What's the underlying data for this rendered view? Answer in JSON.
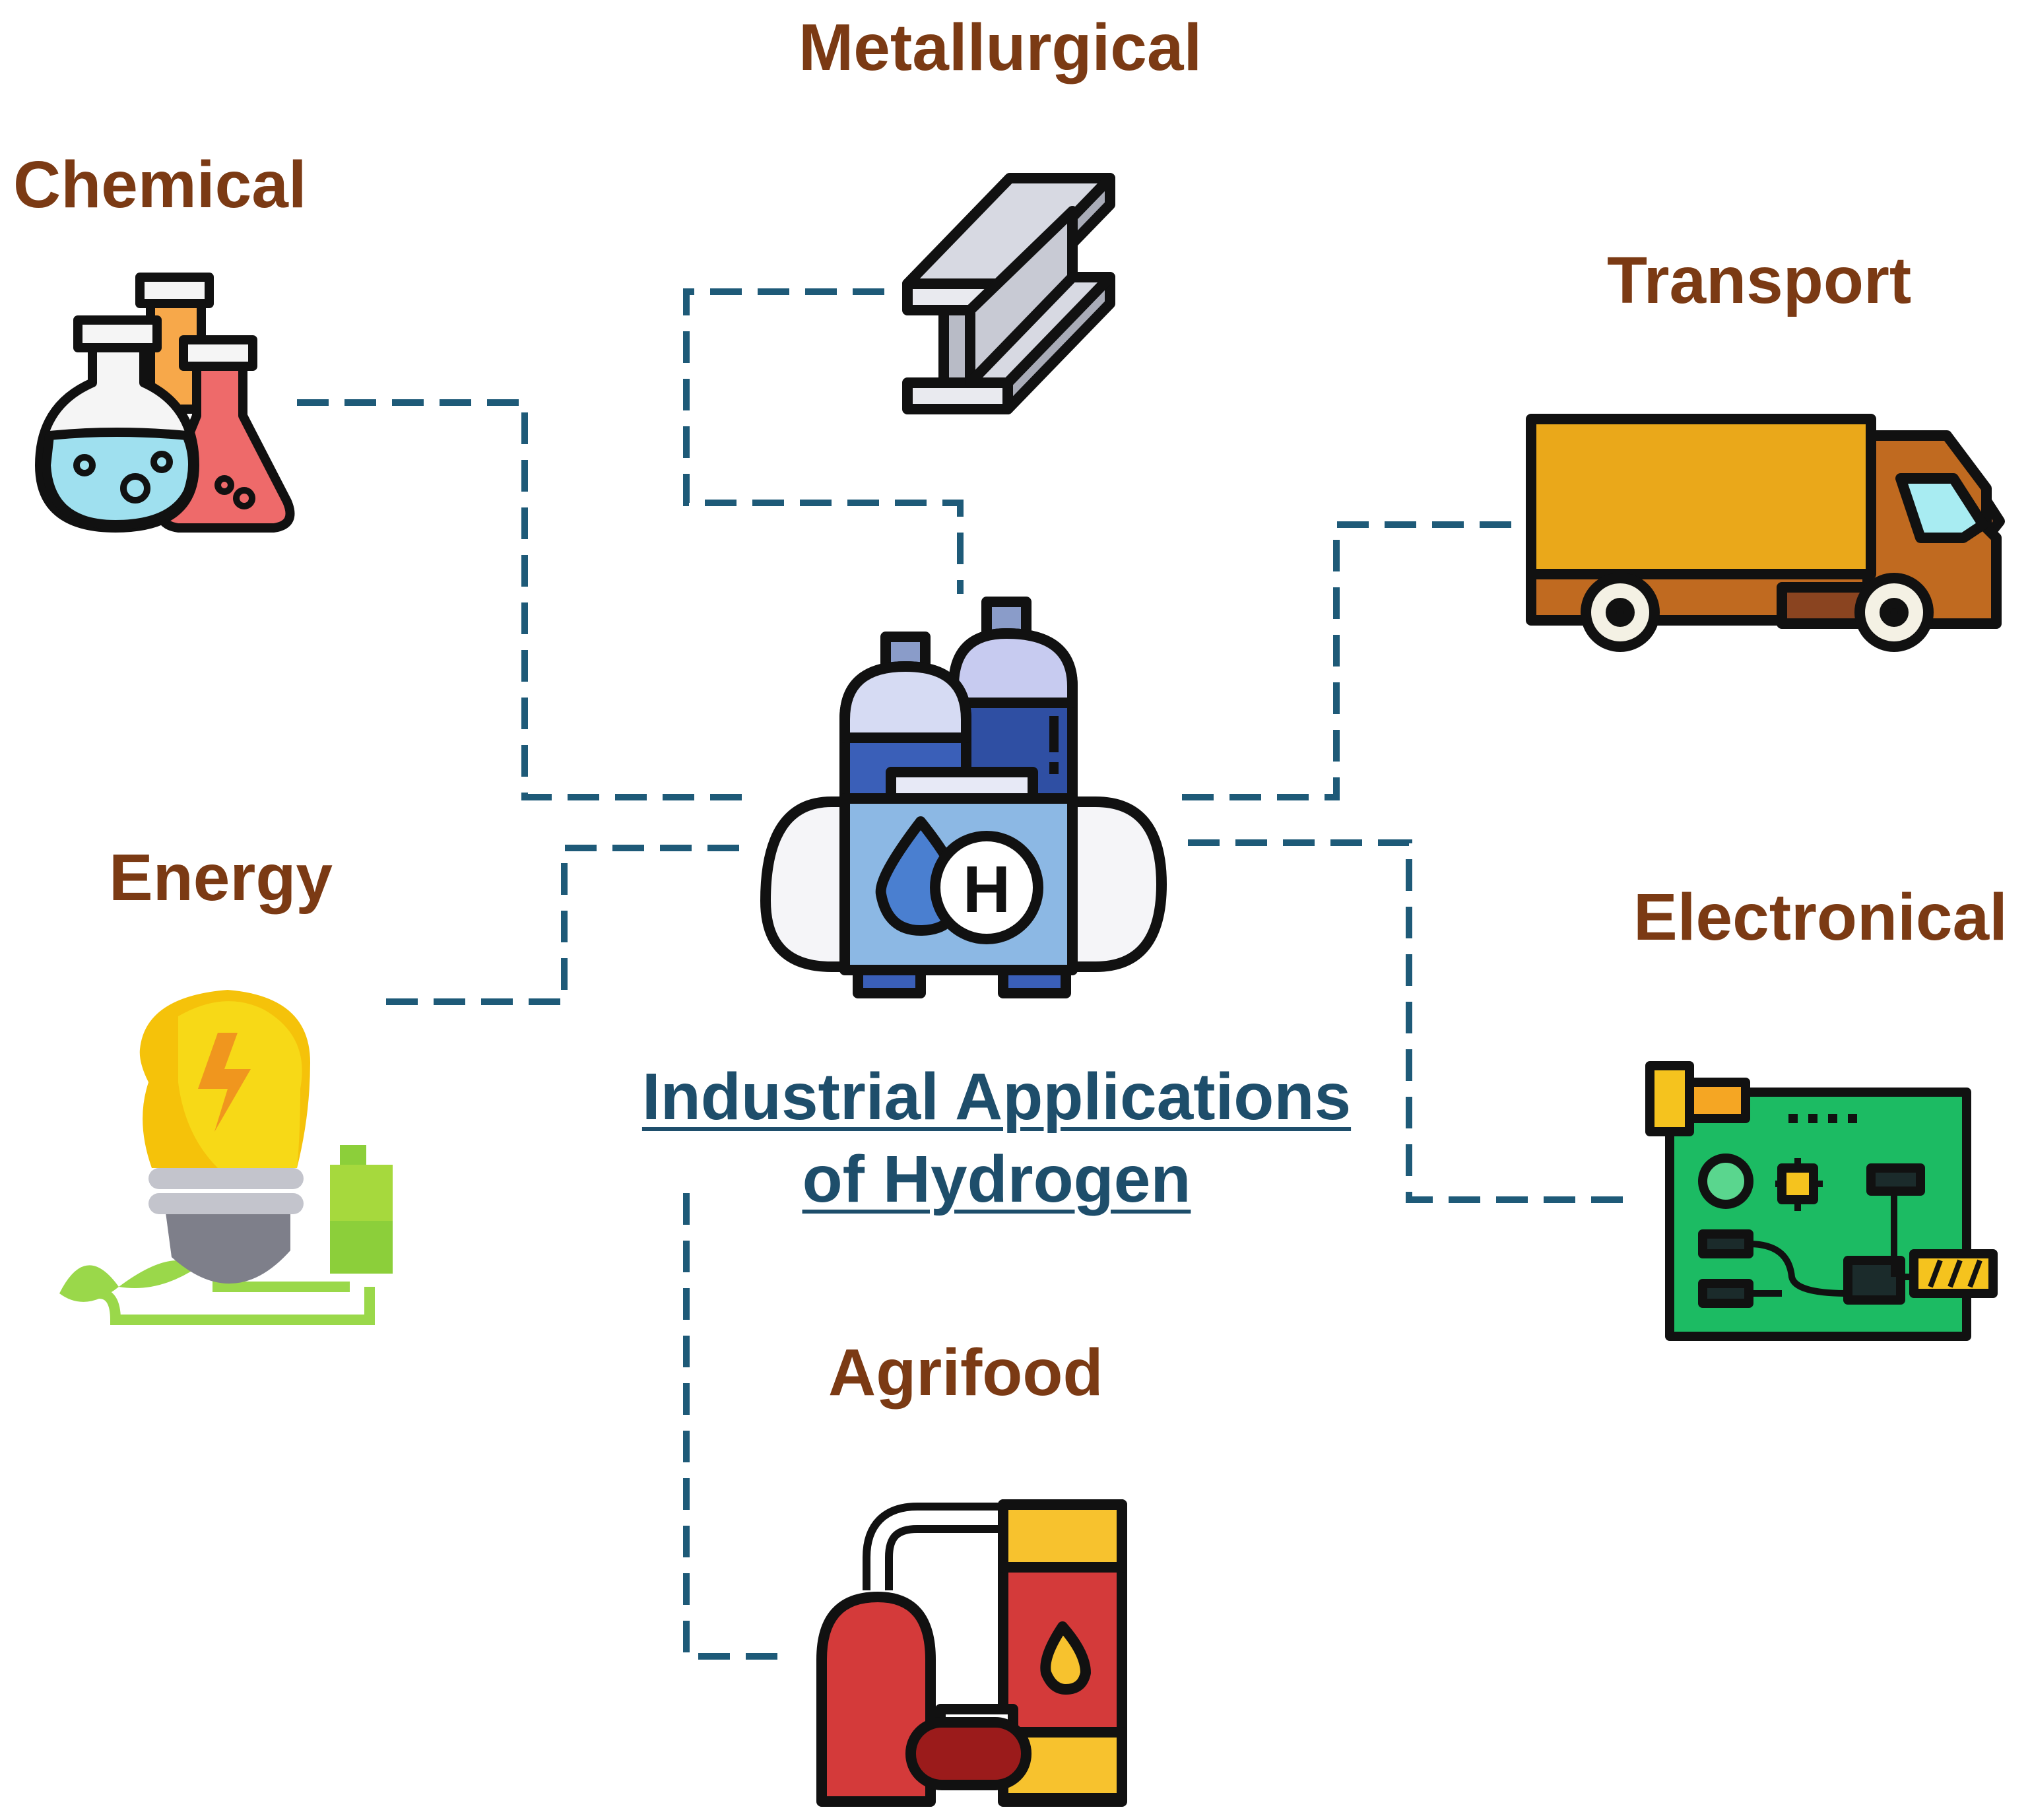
{
  "diagram": {
    "title_line1": "Industrial Applications",
    "title_line2": "of Hydrogen",
    "nodes": {
      "metallurgical": "Metallurgical",
      "chemical": "Chemical",
      "transport": "Transport",
      "energy": "Energy",
      "electronical": "Electronical",
      "agrifood": "Agrifood"
    }
  },
  "colors": {
    "label": "#7b3a14",
    "title": "#1e4e6b",
    "connector": "#1e5a78",
    "outline": "#111111"
  },
  "icons": {
    "center": "hydrogen-tanks-icon",
    "metallurgical": "steel-beam-icon",
    "chemical": "flasks-icon",
    "transport": "truck-icon",
    "energy": "lightbulb-plug-icon",
    "electronical": "circuit-board-icon",
    "agrifood": "factory-tank-icon"
  }
}
